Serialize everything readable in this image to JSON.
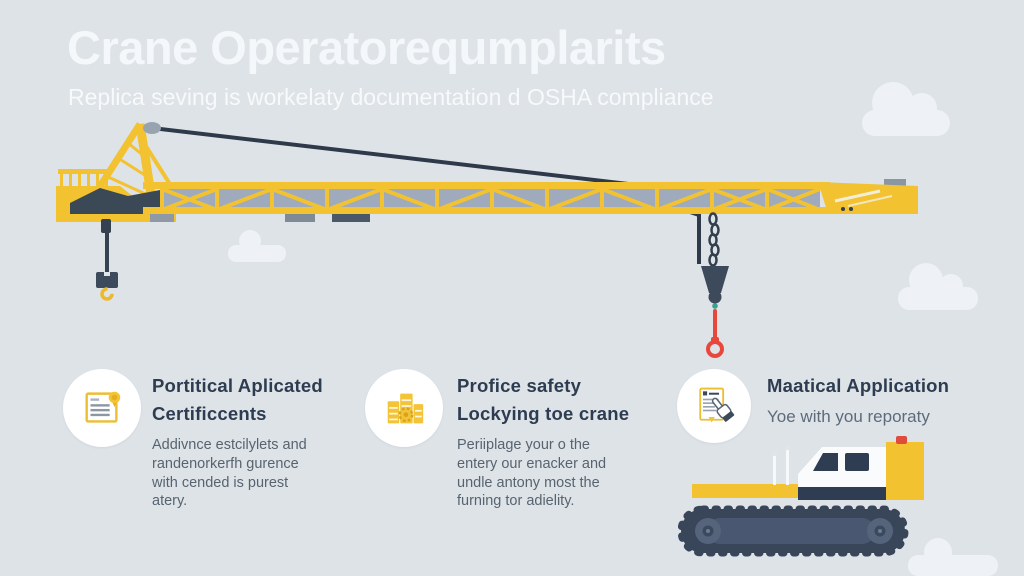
{
  "header": {
    "title": "Crane Operatorequmplarits",
    "subtitle": "Replica seving is workelaty documentation d OSHA compliance"
  },
  "features": [
    {
      "icon": "certificate-document-icon",
      "heading_lines": [
        "Portitical Aplicated",
        "Certificcents"
      ],
      "body_lines": [
        "Addivnce estcilylets and",
        "randenorkerfh gurence",
        "with cended is purest",
        "atery."
      ]
    },
    {
      "icon": "stacked-blocks-gear-icon",
      "heading_lines": [
        "Profice safety",
        "Lockying toe crane"
      ],
      "body_lines": [
        "Periiplage your o the",
        "entery our enacker and",
        "undle antony most the",
        "furning tor adielity."
      ]
    },
    {
      "icon": "hand-tap-document-icon",
      "heading_lines": [
        "Maatical Application"
      ],
      "subtext": "Yoe with you reporaty"
    }
  ],
  "colors": {
    "background": "#dee3e8",
    "crane_yellow": "#f2c230",
    "slate_dark": "#3c4a5c",
    "jib_panel_gray": "#9fabbc",
    "hook_red": "#e8473c",
    "cloud_white": "#eef1f5",
    "heading_navy": "#2d3c50",
    "body_gray": "#57646f",
    "title_white": "#f5f8fa"
  }
}
